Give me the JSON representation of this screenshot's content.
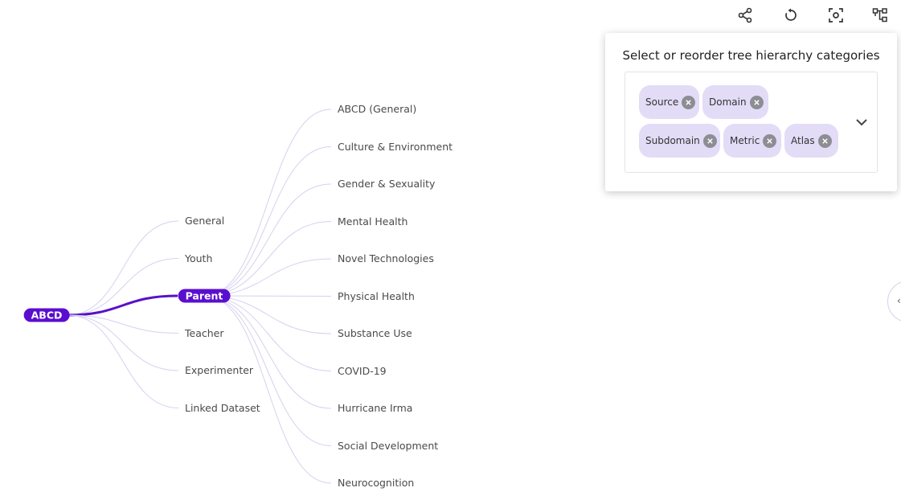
{
  "toolbar": {
    "share_icon": "share-icon",
    "reset_icon": "rotate-icon",
    "focus_icon": "focus-icon",
    "hierarchy_icon": "hierarchy-icon"
  },
  "panel": {
    "title": "Select or reorder tree hierarchy categories",
    "chips": [
      "Source",
      "Domain",
      "Subdomain",
      "Metric",
      "Atlas"
    ]
  },
  "tree": {
    "root": "ABCD",
    "level1": [
      "General",
      "Youth",
      "Parent",
      "Teacher",
      "Experimenter",
      "Linked Dataset"
    ],
    "selected": "Parent",
    "level2": [
      "ABCD (General)",
      "Culture & Environment",
      "Gender & Sexuality",
      "Mental Health",
      "Novel Technologies",
      "Physical Health",
      "Substance Use",
      "COVID-19",
      "Hurricane Irma",
      "Social Development",
      "Neurocognition"
    ]
  },
  "colors": {
    "accent": "#5b0ecf",
    "link": "#d4d2ee",
    "chip": "#e3dcf7"
  }
}
